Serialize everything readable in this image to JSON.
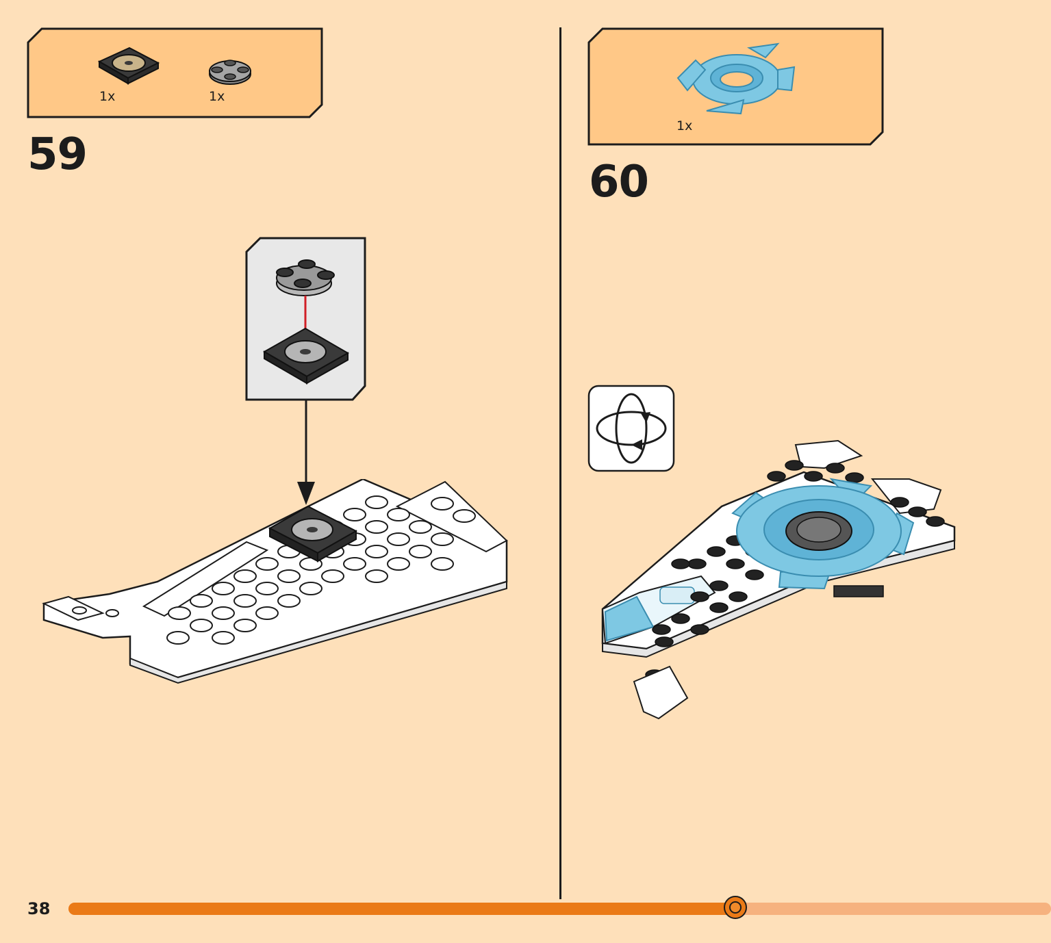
{
  "page_number": "38",
  "progress": {
    "fraction": 0.68
  },
  "colors": {
    "background": "#FEE0BA",
    "callout": "#FFC887",
    "accent_orange": "#EA7A17",
    "track": "#F6B27F",
    "part_blue": "#7EC8E3",
    "part_dark": "#3a3a3a",
    "part_grey": "#8c8c8c"
  },
  "steps": [
    {
      "number": "59",
      "parts": [
        {
          "icon": "dark-turntable-plate-icon",
          "qty": "1x"
        },
        {
          "icon": "grey-round-plate-icon",
          "qty": "1x"
        }
      ],
      "subassembly_icon": "turntable-subassembly-icon",
      "model_icon": "white-hull-model-icon"
    },
    {
      "number": "60",
      "parts": [
        {
          "icon": "blue-spinner-ring-icon",
          "qty": "1x"
        }
      ],
      "rotate_icon": "rotate-model-icon",
      "model_icon": "spinner-ship-model-icon"
    }
  ]
}
